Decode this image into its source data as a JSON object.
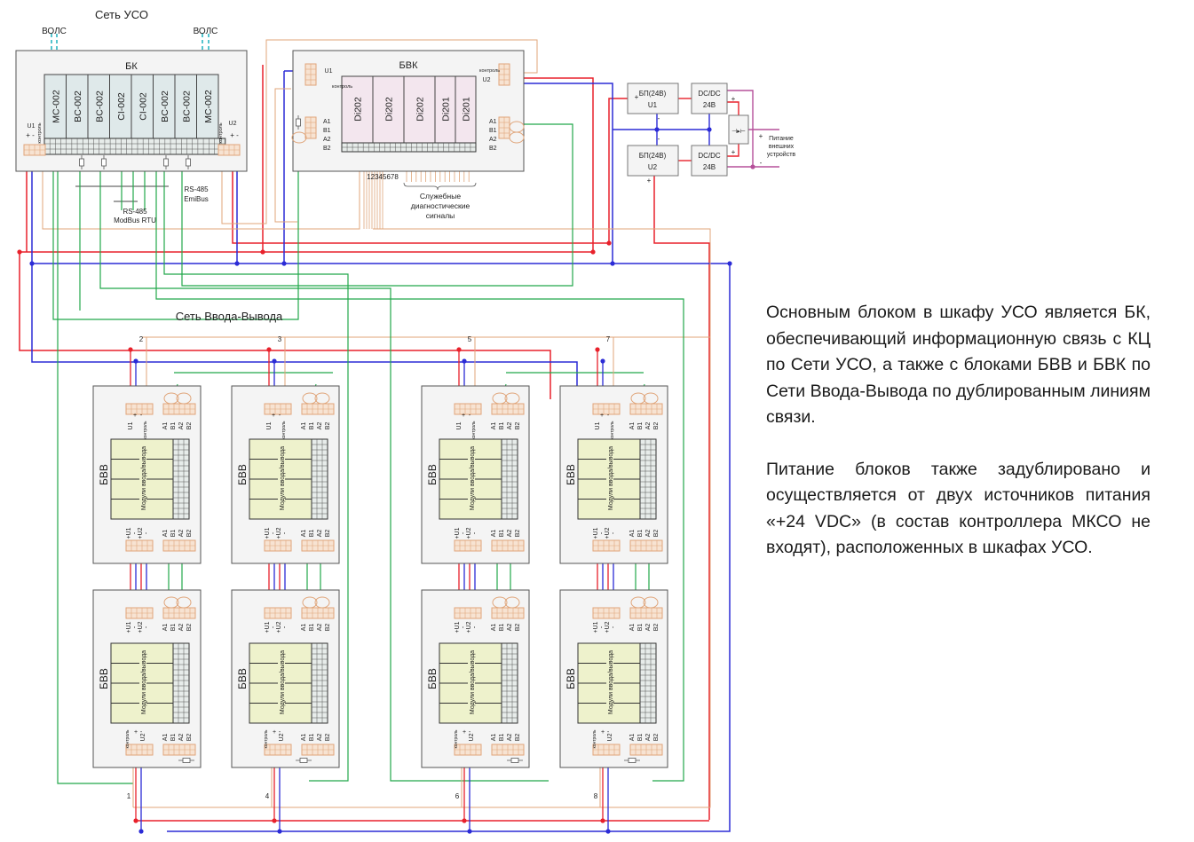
{
  "diagram": {
    "titles": {
      "uso_network": "Сеть УСО",
      "io_network": "Сеть Ввода-Вывода"
    },
    "fiber_label": "ВОЛС",
    "bk": {
      "title": "БК",
      "modules": [
        "MC-002",
        "BC-002",
        "BC-002",
        "CI-002",
        "CI-002",
        "BC-002",
        "BC-002",
        "MC-002"
      ],
      "u1_label": "U1",
      "u2_label": "U2",
      "plus_minus": "+ -",
      "control_label": "контроль"
    },
    "rs485": {
      "emibus": [
        "RS-485",
        "EmiBus"
      ],
      "modbus": [
        "RS-485",
        "ModBus RTU"
      ]
    },
    "bvk": {
      "title": "БВК",
      "modules": [
        "Di202",
        "Di202",
        "Di202",
        "Di201",
        "Di201"
      ],
      "u1_label": "U1",
      "u2_label": "U2",
      "control_label": "контроль",
      "bus_pins": [
        "A1",
        "B1",
        "A2",
        "B2"
      ],
      "signal_numbers": "12345678",
      "service_signals": [
        "Служебные",
        "диагностические",
        "сигналы"
      ]
    },
    "power": {
      "psu1": [
        "БП(24В)",
        "U1"
      ],
      "psu2": [
        "БП(24В)",
        "U2"
      ],
      "dcdc": [
        "DC/DC",
        "24В"
      ],
      "external": [
        "Питание",
        "внешних",
        "устройств"
      ],
      "plus": "+",
      "minus": "-"
    },
    "bvv": {
      "title": "БВВ",
      "modules_label": "Модули ввода/вывода",
      "bus_pins": [
        "A1",
        "B1",
        "A2",
        "B2"
      ],
      "top_power_pins": [
        "U1",
        "+",
        "-"
      ],
      "control_label": "контроль",
      "mid_power_pins": [
        "+U1",
        "-",
        "+U2",
        "-"
      ],
      "bottom_power_pins": [
        "+",
        "-",
        "U2"
      ],
      "chain_numbers": [
        "2",
        "3",
        "5",
        "7",
        "1",
        "4",
        "6",
        "8"
      ]
    },
    "colors": {
      "power_plus": "#e8212b",
      "power_minus": "#2b2bd6",
      "control": "#e0a57a",
      "bus": "#22a84a",
      "fiber": "#2bb5c2",
      "external": "#b5509a",
      "block_fill": "#f4f4f4",
      "bk_module_fill": "#dfe9ea",
      "bvk_module_fill": "#f3e6ee",
      "bvv_module_fill": "#eef2cc"
    }
  },
  "description": {
    "paragraph1": "Основным блоком в шкафу УСО является БК, обеспечивающий информационную связь с КЦ по Сети УСО, а также с блоками БВВ и БВК по Сети Ввода-Вывода по дублированным линиям связи.",
    "paragraph2": "Питание блоков также задублировано и осуществляется от двух источников питания «+24 VDC» (в состав контроллера МКСО не входят), расположенных в шкафах УСО."
  }
}
